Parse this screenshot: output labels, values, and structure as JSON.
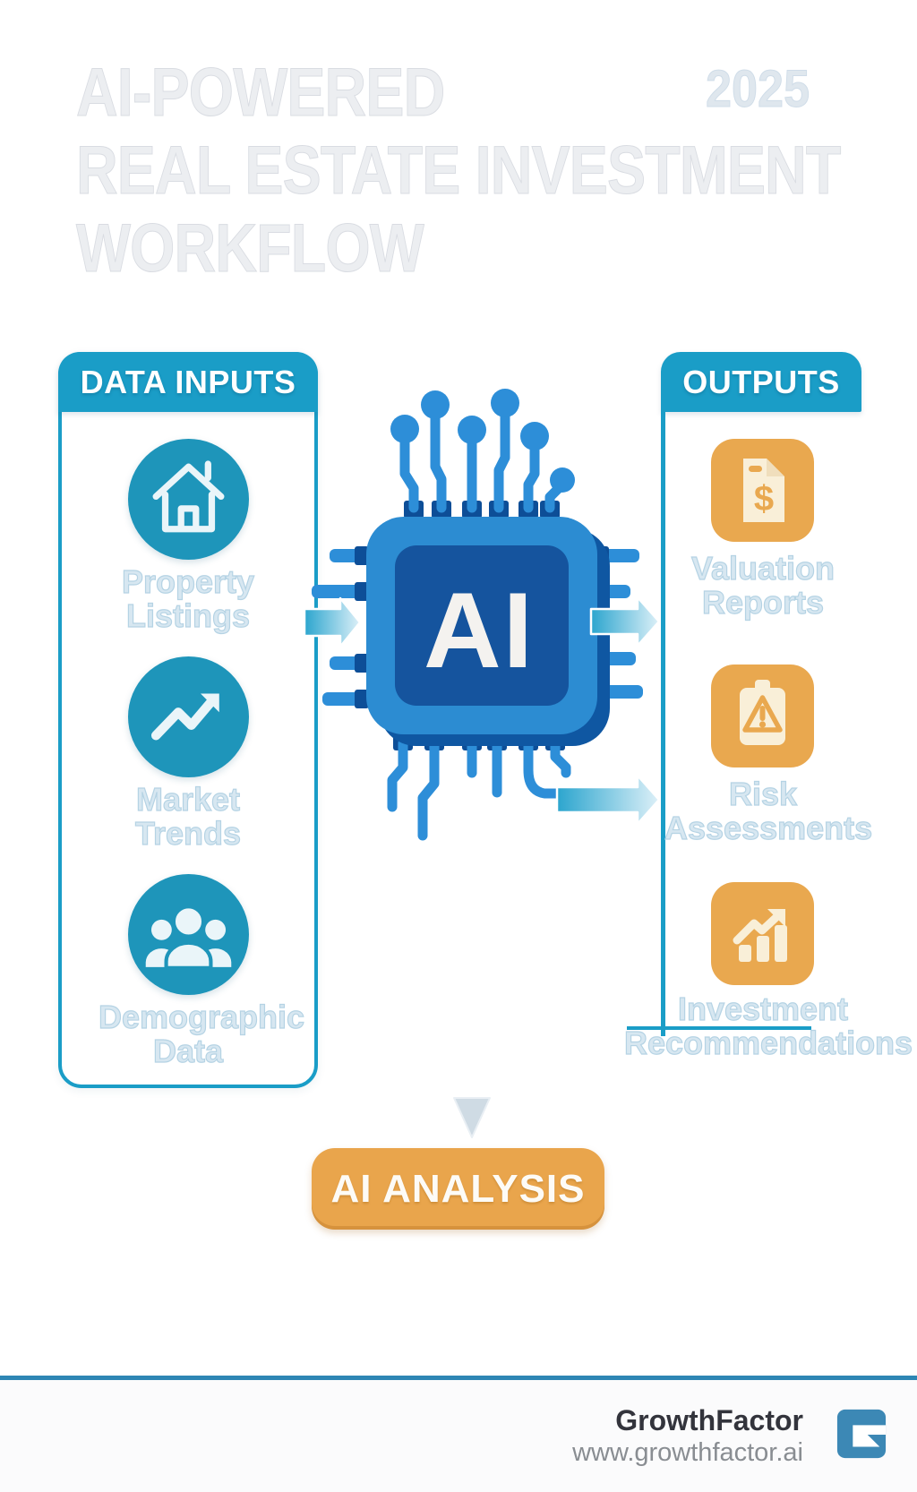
{
  "title": {
    "line1": "AI-POWERED",
    "line2": "REAL ESTATE INVESTMENT",
    "line3": "WORKFLOW",
    "year": "2025"
  },
  "inputs_panel": {
    "header": "DATA INPUTS",
    "items": [
      {
        "icon": "house-icon",
        "label": "Property Listings"
      },
      {
        "icon": "trend-up-icon",
        "label": "Market Trends"
      },
      {
        "icon": "people-icon",
        "label": "Demographic Data"
      }
    ]
  },
  "chip": {
    "label": "AI"
  },
  "outputs_panel": {
    "header": "OUTPUTS",
    "items": [
      {
        "icon": "dollar-document-icon",
        "label": "Valuation Reports",
        "glyph": "$"
      },
      {
        "icon": "warning-clipboard-icon",
        "label": "Risk Assessments"
      },
      {
        "icon": "growth-chart-icon",
        "label": "Investment Recommendations"
      }
    ]
  },
  "analysis": {
    "label": "AI ANALYSIS"
  },
  "footer": {
    "brand": "GrowthFactor",
    "website": "www.growthfactor.ai",
    "logo": "growthfactor-g-logo"
  },
  "colors": {
    "teal": "#1a9dc7",
    "icon_circle_teal": "#1e95ba",
    "chip_outer": "#2c8cd2",
    "chip_inner": "#15549e",
    "chip_shadow": "#0f57a2",
    "trace_blue": "#2d8ed8",
    "orange": "#e9a84f",
    "cream": "#f9efd8",
    "button_orange": "#e9a54c",
    "footer_line_blue": "#2e86b4",
    "logo_blue": "#3c88b5",
    "ghost_label_stroke": "#b5d3e4",
    "title_gray": "#eceef1"
  }
}
